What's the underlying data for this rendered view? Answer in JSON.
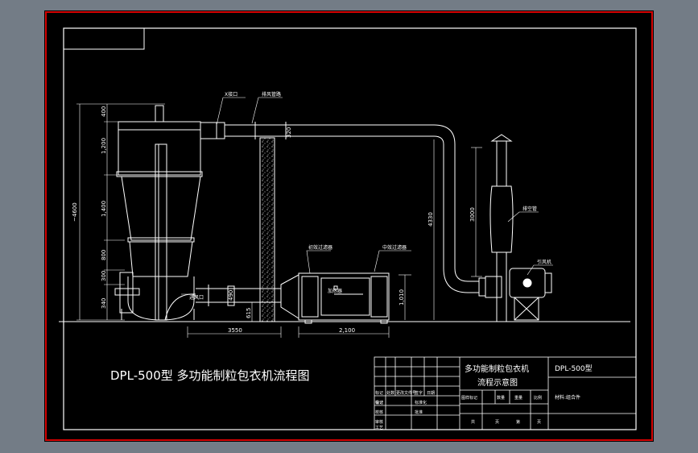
{
  "drawing": {
    "main_title": "DPL-500型 多功能制粒包衣机流程图"
  },
  "dimensions": {
    "v_400": "400",
    "v_1200": "1,200",
    "v_1400": "1,400",
    "v_800": "800",
    "v_300": "300",
    "v_340": "340",
    "v_total": "~4600",
    "v_320": "320",
    "v_4330": "4330",
    "v_3000": "3000",
    "v_490": "490",
    "v_615": "615",
    "v_1010": "1,010",
    "h_3550": "3550",
    "h_2100": "2,100"
  },
  "callouts": {
    "inlet": "X接口",
    "duct": "排风管路",
    "filter1": "初效过滤器",
    "filter2": "中效过滤器",
    "chimney": "排空管",
    "fan": "引风机",
    "inlet_air": "进风口",
    "heater": "加热器"
  },
  "title_block": {
    "drawing_name_line1": "多功能制粒包衣机",
    "drawing_name_line2": "流程示意图",
    "model": "DPL-500型",
    "material": "材料:组合件",
    "row_labels": [
      "标记",
      "设计",
      "校核",
      "审核",
      "工艺"
    ],
    "header_cells": [
      "标记",
      "处数",
      "更改文件号",
      "签字",
      "日期"
    ],
    "mid_cells": [
      "标准化",
      "批准"
    ],
    "stage_cells": [
      "图样标记",
      "数量",
      "重量",
      "比例"
    ],
    "sheet_cells": [
      "共",
      "页",
      "第",
      "页"
    ]
  },
  "colors": {
    "line": "#ffffff",
    "frame_red": "#d40000",
    "background": "#000000",
    "chrome": "#737c86"
  }
}
